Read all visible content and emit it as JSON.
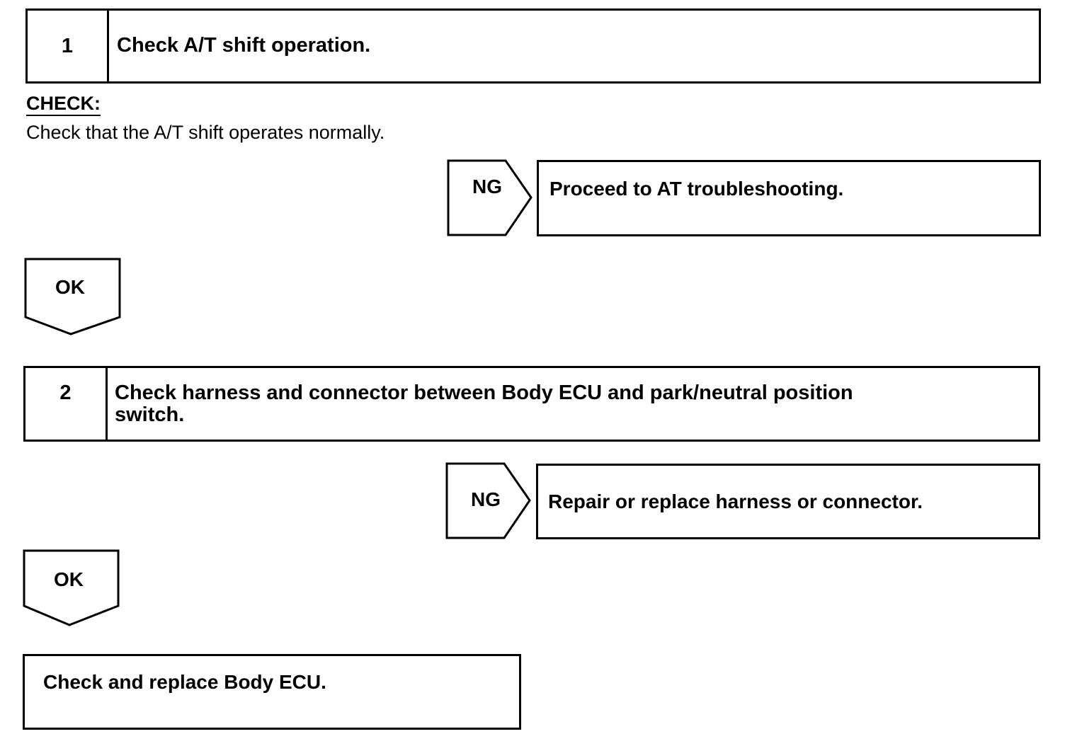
{
  "step1": {
    "number": "1",
    "title": "Check A/T shift operation."
  },
  "check": {
    "label": "CHECK:",
    "text": "Check that the A/T shift operates normally."
  },
  "ng1": {
    "label": "NG",
    "result": "Proceed to AT troubleshooting."
  },
  "ok1": {
    "label": "OK"
  },
  "step2": {
    "number": "2",
    "title_line1": "Check harness and connector between Body ECU and park/neutral position",
    "title_line2": "switch."
  },
  "ng2": {
    "label": "NG",
    "result": "Repair or replace harness or connector."
  },
  "ok2": {
    "label": "OK"
  },
  "final": {
    "text": "Check and replace Body ECU."
  }
}
